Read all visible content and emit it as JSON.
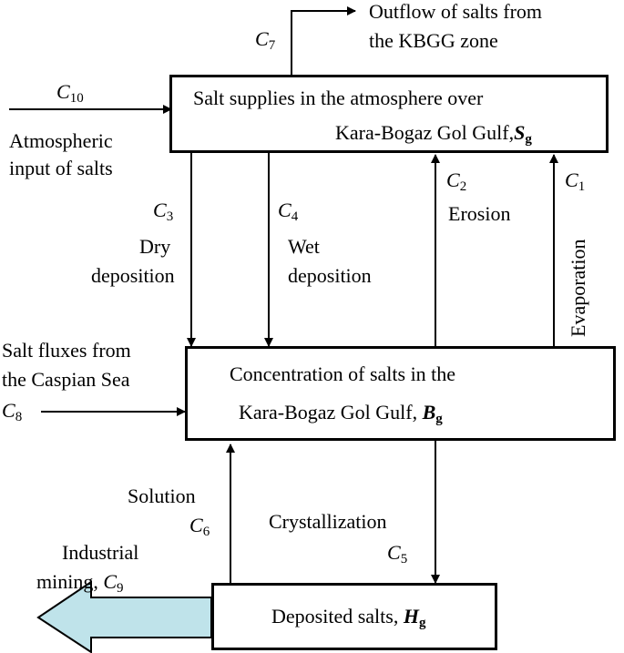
{
  "boxes": {
    "atmosphere": {
      "line1": "Salt supplies in the atmosphere over",
      "line2": "Kara-Bogaz Gol Gulf,",
      "sym": "S",
      "sub": "g"
    },
    "gulf": {
      "line1": "Concentration of salts in the",
      "line2": "Kara-Bogaz Gol Gulf,",
      "sym": "B",
      "sub": "g"
    },
    "deposited": {
      "line1": "Deposited salts,",
      "sym": "H",
      "sub": "g"
    }
  },
  "fluxes": {
    "c1": {
      "sym": "C",
      "sub": "1",
      "label": "Evaporation"
    },
    "c2": {
      "sym": "C",
      "sub": "2",
      "label": "Erosion"
    },
    "c3": {
      "sym": "C",
      "sub": "3",
      "label1": "Dry",
      "label2": "deposition"
    },
    "c4": {
      "sym": "C",
      "sub": "4",
      "label1": "Wet",
      "label2": "deposition"
    },
    "c5": {
      "sym": "C",
      "sub": "5",
      "label": "Crystallization"
    },
    "c6": {
      "sym": "C",
      "sub": "6",
      "label": "Solution"
    },
    "c7": {
      "sym": "C",
      "sub": "7",
      "label1": "Outflow of salts from",
      "label2": "the KBGG zone"
    },
    "c8": {
      "sym": "C",
      "sub": "8",
      "label1": "Salt fluxes from",
      "label2": "the Caspian Sea"
    },
    "c9": {
      "sym": "C",
      "sub": "9",
      "label1": "Industrial",
      "label2": "mining,"
    },
    "c10": {
      "sym": "C",
      "sub": "10",
      "label1": "Atmospheric",
      "label2": "input of salts"
    }
  },
  "colors": {
    "mining_arrow_fill": "#bfe3ea",
    "stroke": "#000000"
  }
}
